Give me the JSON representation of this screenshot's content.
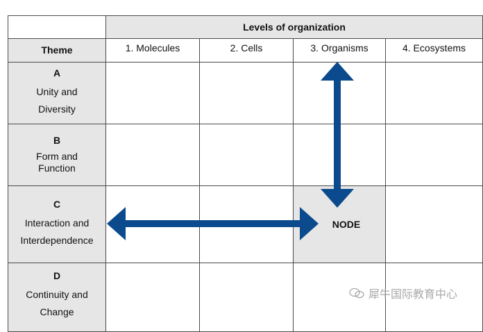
{
  "table": {
    "header_title": "Levels of organization",
    "theme_label": "Theme",
    "levels": [
      "1. Molecules",
      "2. Cells",
      "3. Organisms",
      "4. Ecosystems"
    ],
    "themes": [
      {
        "letter": "A",
        "name": "Unity and Diversity"
      },
      {
        "letter": "B",
        "name": "Form and Function"
      },
      {
        "letter": "C",
        "name": "Interaction and Interdependence"
      },
      {
        "letter": "D",
        "name": "Continuity and Change"
      }
    ],
    "node_label": "NODE"
  },
  "colors": {
    "arrow": "#0b4a8c",
    "shaded_cell": "#e6e6e6",
    "grid_line": "#4a4a4a"
  },
  "watermark": {
    "text": "犀牛国际教育中心",
    "icon": "wechat-icon"
  }
}
